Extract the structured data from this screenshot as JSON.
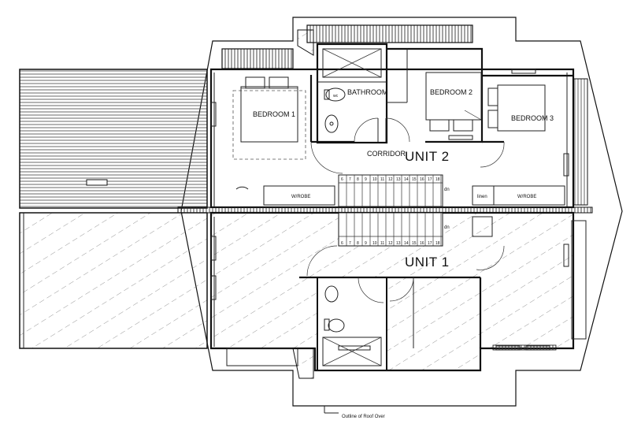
{
  "plan": {
    "rooms": {
      "bedroom1": "BEDROOM 1",
      "bathroom": "BATHROOM",
      "bedroom2": "BEDROOM 2",
      "bedroom3": "BEDROOM 3",
      "corridor": "CORRIDOR"
    },
    "units": {
      "unit2": "UNIT 2",
      "unit1": "UNIT 1"
    },
    "wardrobe_left": "W/ROBE",
    "wardrobe_right": "W/ROBE",
    "linen": "linen",
    "wc": "wc",
    "stair_upper": {
      "numbers": [
        "6",
        "7",
        "8",
        "9",
        "10",
        "11",
        "12",
        "13",
        "14",
        "15",
        "16",
        "17",
        "18"
      ],
      "direction": "dn"
    },
    "stair_lower": {
      "numbers": [
        "6",
        "7",
        "8",
        "9",
        "10",
        "11",
        "12",
        "13",
        "14",
        "15",
        "16",
        "17",
        "18"
      ],
      "direction": "dn"
    },
    "roof_note": "Outline of Roof Over"
  }
}
